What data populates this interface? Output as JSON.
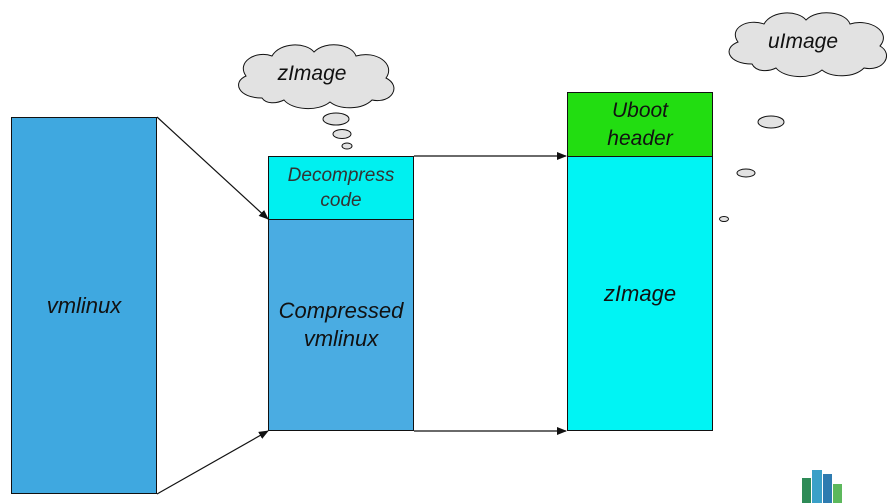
{
  "colors": {
    "vmlinux_fill": "#3fa8e0",
    "compressed_fill": "#4aace2",
    "decompress_fill": "#00f0f0",
    "zimage_fill": "#00f4f4",
    "uboot_fill": "#22dd11",
    "cloud_fill": "#e2e2e2",
    "line": "#111111"
  },
  "blocks": {
    "vmlinux": {
      "label": "vmlinux"
    },
    "decompress_code": {
      "label": "Decompress\ncode"
    },
    "compressed_vmlinux": {
      "label": "Compressed\nvmlinux"
    },
    "uboot_header": {
      "label": "Uboot\nheader"
    },
    "zimage": {
      "label": "zImage"
    }
  },
  "clouds": {
    "zimage_cloud": {
      "label": "zImage"
    },
    "uimage_cloud": {
      "label": "uImage"
    }
  }
}
